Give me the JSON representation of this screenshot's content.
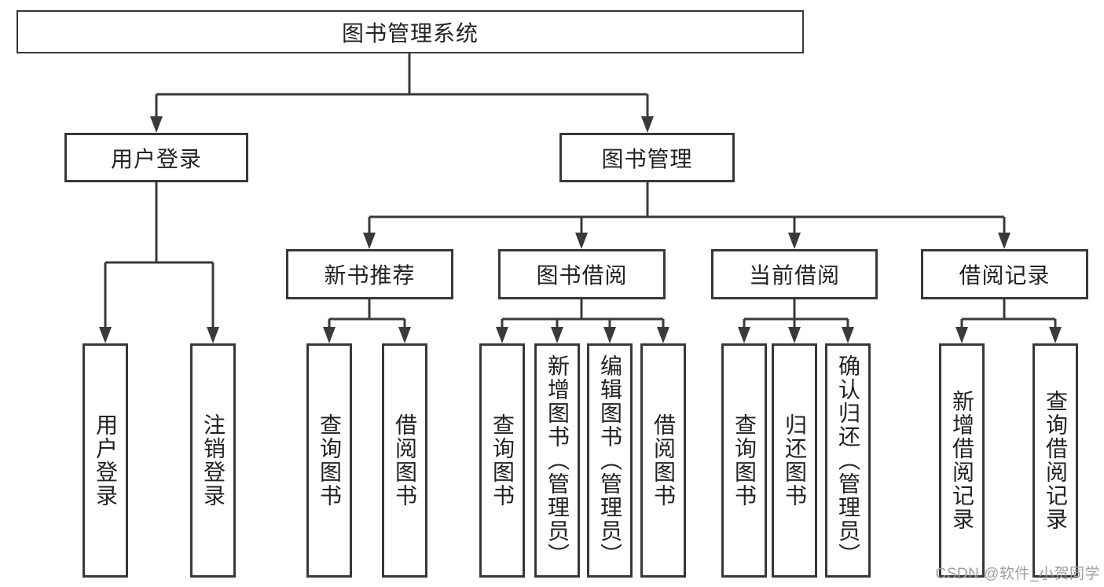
{
  "diagram": {
    "type": "hierarchy-tree",
    "tree": {
      "label": "图书管理系统",
      "children": [
        {
          "label": "用户登录",
          "children": [
            {
              "label": "用户登录"
            },
            {
              "label": "注销登录"
            }
          ]
        },
        {
          "label": "图书管理",
          "children": [
            {
              "label": "新书推荐",
              "children": [
                {
                  "label": "查询图书"
                },
                {
                  "label": "借阅图书"
                }
              ]
            },
            {
              "label": "图书借阅",
              "children": [
                {
                  "label": "查询图书"
                },
                {
                  "label": "新增图书（管理员）"
                },
                {
                  "label": "编辑图书（管理员）"
                },
                {
                  "label": "借阅图书"
                }
              ]
            },
            {
              "label": "当前借阅",
              "children": [
                {
                  "label": "查询图书"
                },
                {
                  "label": "归还图书"
                },
                {
                  "label": "确认归还（管理员）"
                }
              ]
            },
            {
              "label": "借阅记录",
              "children": [
                {
                  "label": "新增借阅记录"
                },
                {
                  "label": "查询借阅记录"
                }
              ]
            }
          ]
        }
      ]
    }
  },
  "watermark": {
    "text": "CSDN @软件_小贺同学"
  },
  "colors": {
    "line": "#3a3a3a",
    "border": "#383838",
    "text": "#222222",
    "background": "#ffffff",
    "watermark": "#9e9e9e"
  }
}
